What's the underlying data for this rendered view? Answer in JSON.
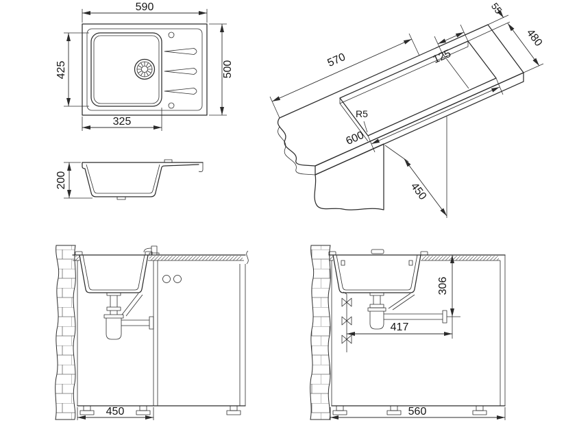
{
  "colors": {
    "line": "#2b2b2b",
    "background": "#ffffff"
  },
  "views": {
    "plan": {
      "width": "590",
      "depth": "500",
      "bowl_length": "425",
      "bowl_width": "325"
    },
    "perspective": {
      "back_ledge": "55",
      "worktop_depth": "480",
      "cutout_length_inner": "570",
      "drainer_ledge": "125",
      "corner_radius": "R5",
      "cutout_length": "600",
      "cutout_depth": "450"
    },
    "section": {
      "bowl_depth": "200"
    },
    "install_front": {
      "min_cabinet_width": "450"
    },
    "install_side": {
      "trap_height": "306",
      "trap_offset": "417",
      "cabinet_width": "560"
    }
  }
}
